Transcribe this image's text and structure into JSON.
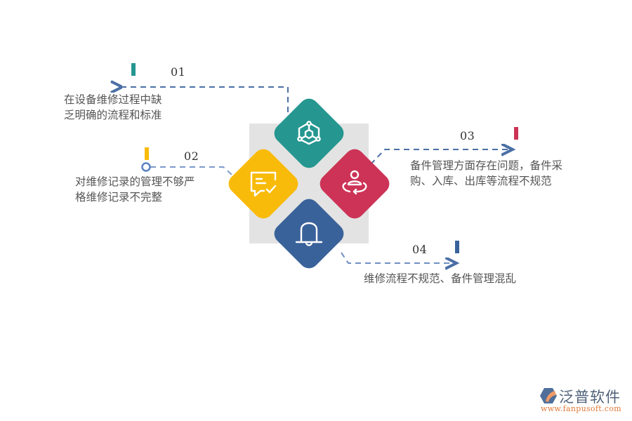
{
  "colors": {
    "teal": "#259690",
    "yellow": "#f9bb0a",
    "red": "#cc3356",
    "blue": "#3a629a",
    "connector": "#4a6fa5",
    "background_square": "#e3e3e3",
    "text": "#555555"
  },
  "items": [
    {
      "number": "01",
      "color": "#259690",
      "icon": "molecule-cube-icon",
      "lines": [
        "在设备维修过程中缺",
        "乏明确的流程和标准"
      ]
    },
    {
      "number": "02",
      "color": "#f9bb0a",
      "icon": "message-check-icon",
      "lines": [
        "对维修记录的管理不够严",
        "格维修记录不完整"
      ]
    },
    {
      "number": "03",
      "color": "#cc3356",
      "icon": "person-orbit-icon",
      "lines": [
        "备件管理方面存在问题，备件采",
        "购、入库、出库等流程不规范"
      ]
    },
    {
      "number": "04",
      "color": "#3a629a",
      "icon": "bell-icon",
      "lines": [
        "维修流程不规范、备件管理混乱"
      ]
    }
  ],
  "logo": {
    "name": "泛普软件",
    "url": "www.fanpusoft.com"
  }
}
